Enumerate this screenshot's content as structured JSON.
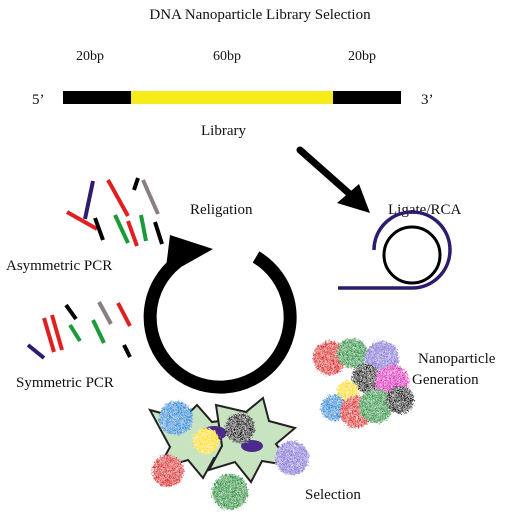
{
  "diagram": {
    "title": "DNA Nanoparticle Library Selection",
    "segment_left": "20bp",
    "segment_middle": "60bp",
    "segment_right": "20bp",
    "end_5": "5’",
    "end_3": "3’",
    "library": "Library",
    "religation": "Religation",
    "ligate_rca": "Ligate/RCA",
    "asymmetric_pcr": "Asymmetric PCR",
    "symmetric_pcr": "Symmetric PCR",
    "nanoparticle_line1": "Nanoparticle",
    "nanoparticle_line2": "Generation",
    "selection": "Selection"
  },
  "colors": {
    "primer": "#000000",
    "random_region": "#f7ec1a",
    "rca_strand": "#2e1b6e",
    "fragments": [
      "#e02020",
      "#2e1b6e",
      "#1a9a3a",
      "#8a7e7e",
      "#000000"
    ],
    "nanoparticles": [
      "#e02020",
      "#1a9a3a",
      "#1e90d8",
      "#e020c0",
      "#ffe000",
      "#8a7ad8",
      "#000000"
    ],
    "cell": "#c8e3c0"
  },
  "icons": [
    "curved-arrow-icon",
    "rca-spiral-icon",
    "cycle-arrow-icon"
  ]
}
